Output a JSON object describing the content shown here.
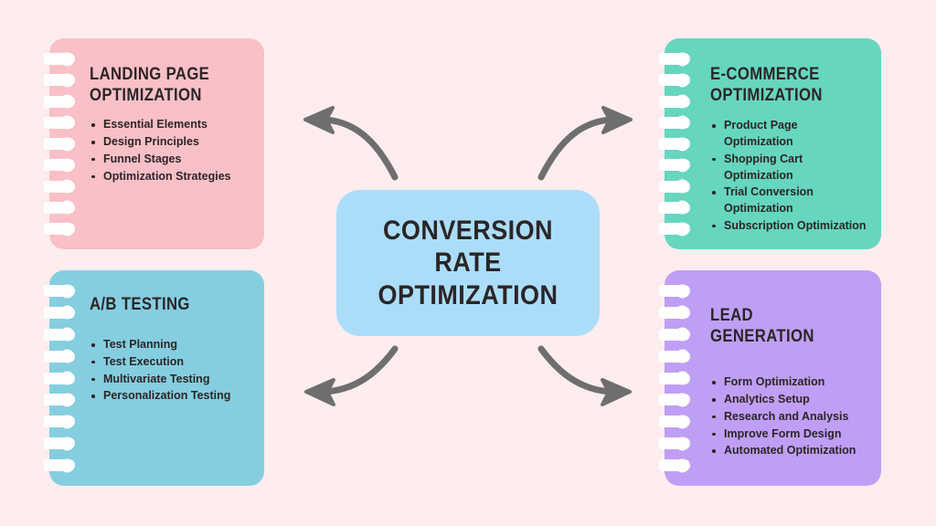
{
  "background_color": "#fdedef",
  "center": {
    "title": "CONVERSION RATE\nOPTIMIZATION",
    "color": "#abddfb"
  },
  "cards": [
    {
      "id": "landing",
      "title": "LANDING PAGE\nOPTIMIZATION",
      "color": "#fac0c7",
      "position": "top-left",
      "rings": 9,
      "items": [
        "Essential Elements",
        "Design Principles",
        "Funnel Stages",
        "Optimization Strategies"
      ]
    },
    {
      "id": "ecommerce",
      "title": "E-COMMERCE\nOPTIMIZATION",
      "color": "#66d6be",
      "position": "top-right",
      "rings": 9,
      "items": [
        "Product Page Optimization",
        "Shopping Cart Optimization",
        "Trial Conversion Optimization",
        "Subscription Optimization"
      ]
    },
    {
      "id": "abtesting",
      "title": "A/B TESTING",
      "color": "#85cee0",
      "position": "bottom-left",
      "rings": 9,
      "items": [
        "Test Planning",
        "Test Execution",
        "Multivariate Testing",
        "Personalization Testing"
      ]
    },
    {
      "id": "leadgen",
      "title": "LEAD GENERATION",
      "color": "#bf9ff5",
      "position": "bottom-right",
      "rings": 9,
      "items": [
        "Form Optimization",
        "Analytics Setup",
        "Research and Analysis",
        "Improve Form Design",
        "Automated Optimization"
      ]
    }
  ],
  "arrows": {
    "color": "#6e6e6e",
    "count": 4,
    "directions": [
      "center-to-top-left",
      "center-to-top-right",
      "center-to-bottom-left",
      "center-to-bottom-right"
    ]
  }
}
